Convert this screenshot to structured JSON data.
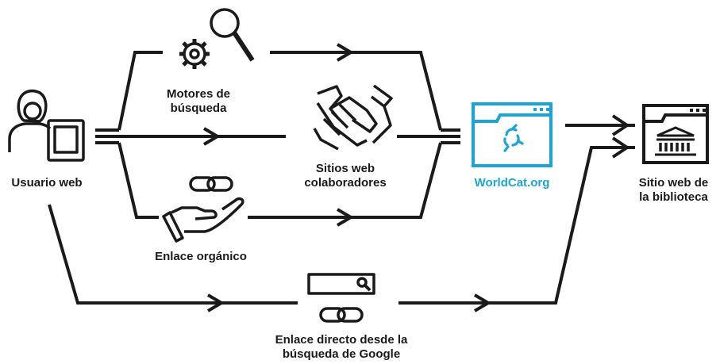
{
  "nodes": {
    "user": {
      "label": "Usuario web"
    },
    "search_engines": {
      "label_line1": "Motores de",
      "label_line2": "búsqueda"
    },
    "partner_sites": {
      "label_line1": "Sitios web",
      "label_line2": "colaboradores"
    },
    "organic_link": {
      "label": "Enlace orgánico"
    },
    "worldcat": {
      "label": "WorldCat.org"
    },
    "library_site": {
      "label_line1": "Sitio web de",
      "label_line2": "la biblioteca"
    },
    "google_link": {
      "label_line1": "Enlace directo desde la",
      "label_line2": "búsqueda de Google"
    }
  },
  "colors": {
    "ink": "#1a1a1a",
    "accent": "#1aa4d8",
    "background": "#ffffff"
  },
  "icons": [
    "user-with-tablet-icon",
    "gear-search-icon",
    "handshake-icon",
    "hand-link-icon",
    "worldcat-browser-icon",
    "library-browser-icon",
    "search-bar-link-icon"
  ]
}
